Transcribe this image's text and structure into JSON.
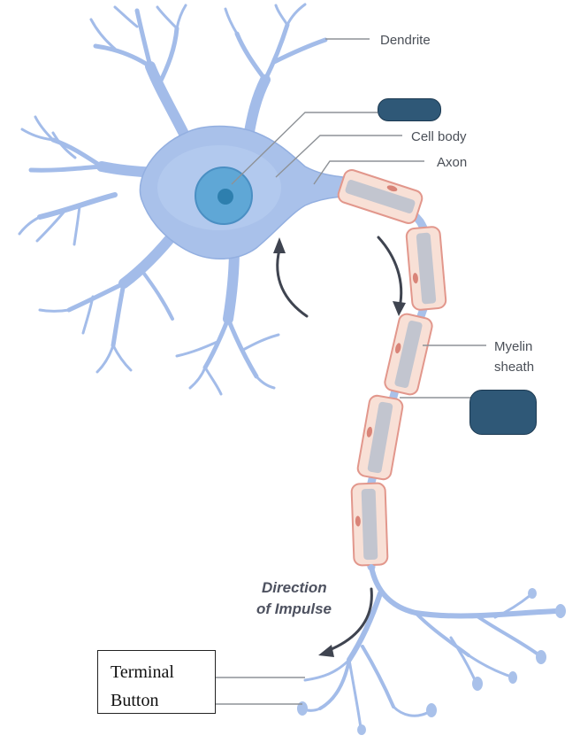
{
  "labels": {
    "dendrite": "Dendrite",
    "cell_body": "Cell body",
    "axon": "Axon",
    "myelin_line1": "Myelin",
    "myelin_line2": "sheath",
    "direction_line1": "Direction",
    "direction_line2": "of Impulse",
    "terminal_line1": "Terminal",
    "terminal_line2": "Button"
  },
  "colors": {
    "neuron_fill": "#a9c1ea",
    "neuron_stroke": "#93afe0",
    "nucleus": "#5fa7d6",
    "nucleolus": "#2e7fae",
    "myelin_fill": "#f8e0d6",
    "myelin_stroke": "#e2978c",
    "axon_core": "#c2c5cf",
    "arrow": "#3f4450",
    "blank_box": "#2f5877"
  }
}
